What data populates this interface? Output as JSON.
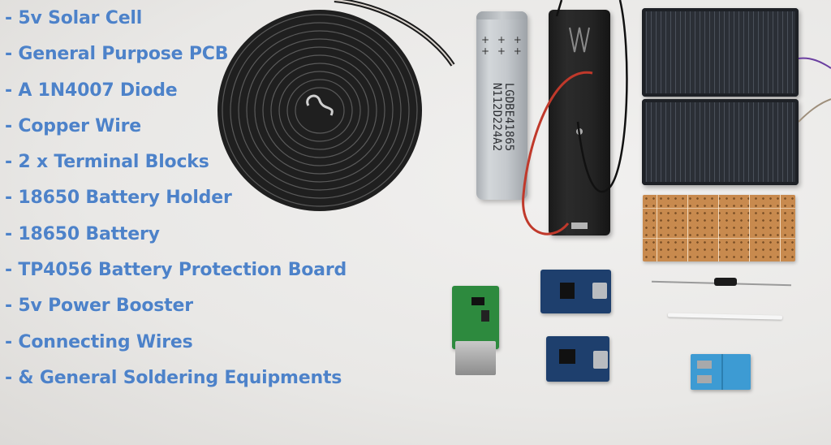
{
  "list": {
    "color": "#4d82c9",
    "items": [
      "- 5v Solar Cell",
      "- General Purpose PCB",
      "- A 1N4007 Diode",
      "- Copper Wire",
      "- 2 x Terminal Blocks",
      "- 18650 Battery Holder",
      "- 18650 Battery",
      "- TP4056 Battery Protection Board",
      "- 5v Power Booster",
      "- Connecting Wires",
      "- & General Soldering Equipments"
    ]
  },
  "battery": {
    "plus_marks": "+ + + + + +",
    "label_line1": "LGDBE41865",
    "label_line2": "N112D224A2"
  }
}
